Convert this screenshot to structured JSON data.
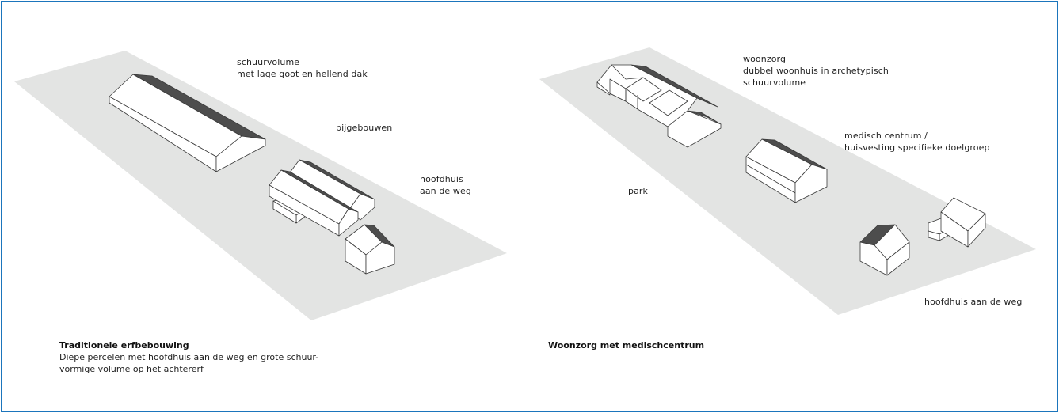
{
  "colors": {
    "frame": "#1b75bc",
    "ground": "#e3e4e3",
    "roof_dark": "#4d4d4d",
    "wall": "#ffffff",
    "edge": "#3a3a3a"
  },
  "left": {
    "labels": {
      "schuur": "schuurvolume\nmet lage goot en hellend dak",
      "bijgebouwen": "bijgebouwen",
      "hoofdhuis": "hoofdhuis\naan de weg"
    },
    "caption": {
      "title": "Traditionele erfbebouwing",
      "text": "Diepe percelen met hoofdhuis aan de weg en grote schuur-\nvormige volume op het achtererf"
    }
  },
  "right": {
    "labels": {
      "woonzorg": "woonzorg\ndubbel woonhuis in archetypisch\nschuurvolume",
      "medisch": "medisch centrum /\nhuisvesting specifieke doelgroep",
      "park": "park",
      "hoofdhuis": "hoofdhuis aan de weg"
    },
    "caption": {
      "title": "Woonzorg met medischcentrum"
    }
  }
}
